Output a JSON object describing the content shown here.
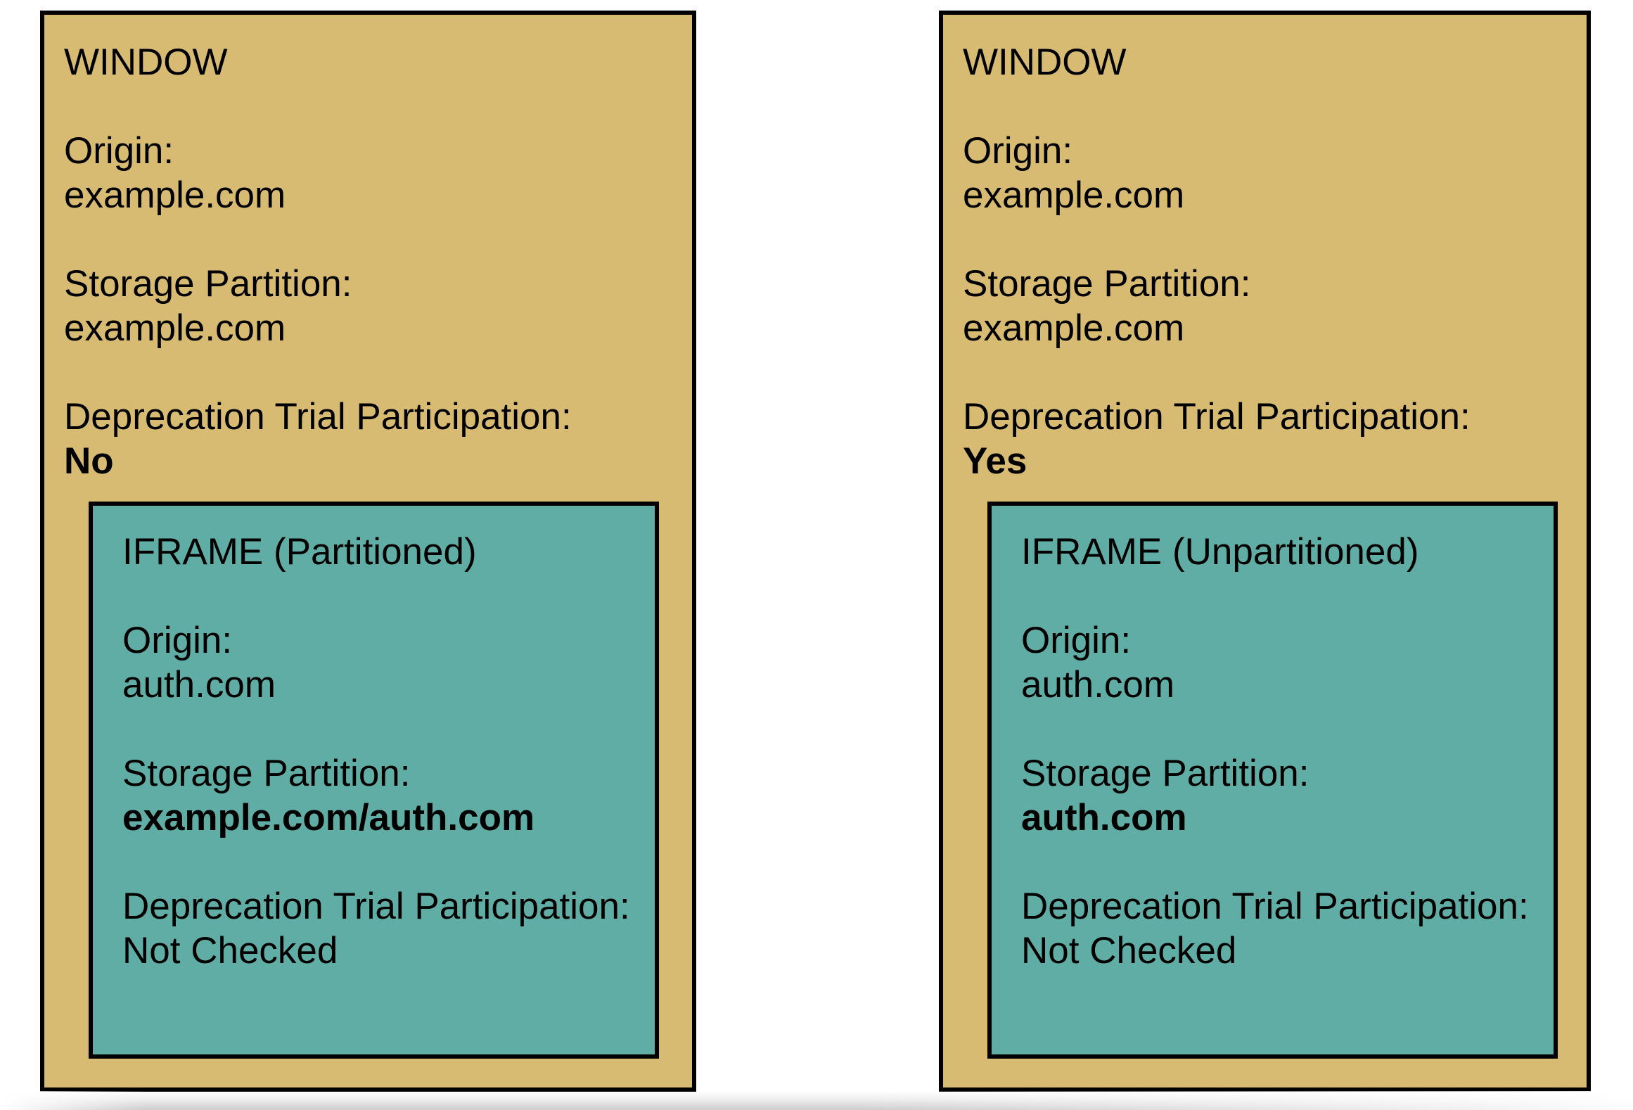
{
  "colors": {
    "window_fill": "#D7BB73",
    "iframe_fill": "#5FADA4",
    "border": "#000000",
    "text": "#000000"
  },
  "windows": [
    {
      "title": "WINDOW",
      "fields": [
        {
          "label": "Origin:",
          "value": "example.com"
        },
        {
          "label": "Storage Partition:",
          "value": "example.com"
        },
        {
          "label": "Deprecation Trial Participation:",
          "value": "No"
        }
      ],
      "iframe": {
        "title": "IFRAME (Partitioned)",
        "fields": [
          {
            "label": "Origin:",
            "value": "auth.com"
          },
          {
            "label": "Storage Partition:",
            "value": "example.com/auth.com"
          },
          {
            "label": "Deprecation Trial Participation:",
            "value": "Not Checked"
          }
        ]
      }
    },
    {
      "title": "WINDOW",
      "fields": [
        {
          "label": "Origin:",
          "value": "example.com"
        },
        {
          "label": "Storage Partition:",
          "value": "example.com"
        },
        {
          "label": "Deprecation Trial Participation:",
          "value": "Yes"
        }
      ],
      "iframe": {
        "title": "IFRAME (Unpartitioned)",
        "fields": [
          {
            "label": "Origin:",
            "value": "auth.com"
          },
          {
            "label": "Storage Partition:",
            "value": "auth.com"
          },
          {
            "label": "Deprecation Trial Participation:",
            "value": "Not Checked"
          }
        ]
      }
    }
  ]
}
